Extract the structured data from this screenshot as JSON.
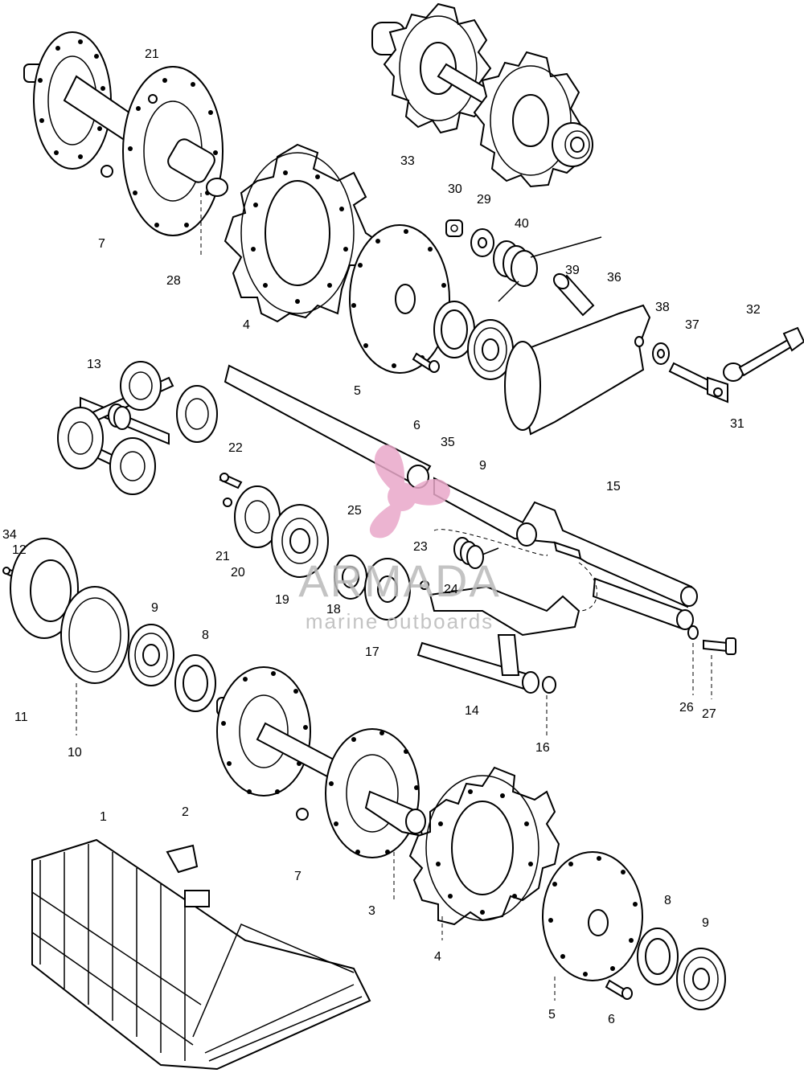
{
  "watermark": {
    "brand": "ARMADA",
    "tagline": "marine outboards",
    "logo_color": "#e9a8c9",
    "text_color": "#b9b9b9"
  },
  "labels": {
    "l1": "1",
    "l2": "2",
    "l3": "3",
    "l4a": "4",
    "l4b": "4",
    "l5a": "5",
    "l5b": "5",
    "l6a": "6",
    "l6b": "6",
    "l7a": "7",
    "l7b": "7",
    "l8a": "8",
    "l8b": "8",
    "l9a": "9",
    "l9b": "9",
    "l9c": "9",
    "l10": "10",
    "l11": "11",
    "l12": "12",
    "l13": "13",
    "l14": "14",
    "l15": "15",
    "l16": "16",
    "l17": "17",
    "l18": "18",
    "l19": "19",
    "l20": "20",
    "l21a": "21",
    "l21b": "21",
    "l22": "22",
    "l23": "23",
    "l24": "24",
    "l25": "25",
    "l26": "26",
    "l27": "27",
    "l28": "28",
    "l29": "29",
    "l30": "30",
    "l31": "31",
    "l32": "32",
    "l33": "33",
    "l34": "34",
    "l35": "35",
    "l36": "36",
    "l37": "37",
    "l38": "38",
    "l39": "39",
    "l40": "40"
  }
}
